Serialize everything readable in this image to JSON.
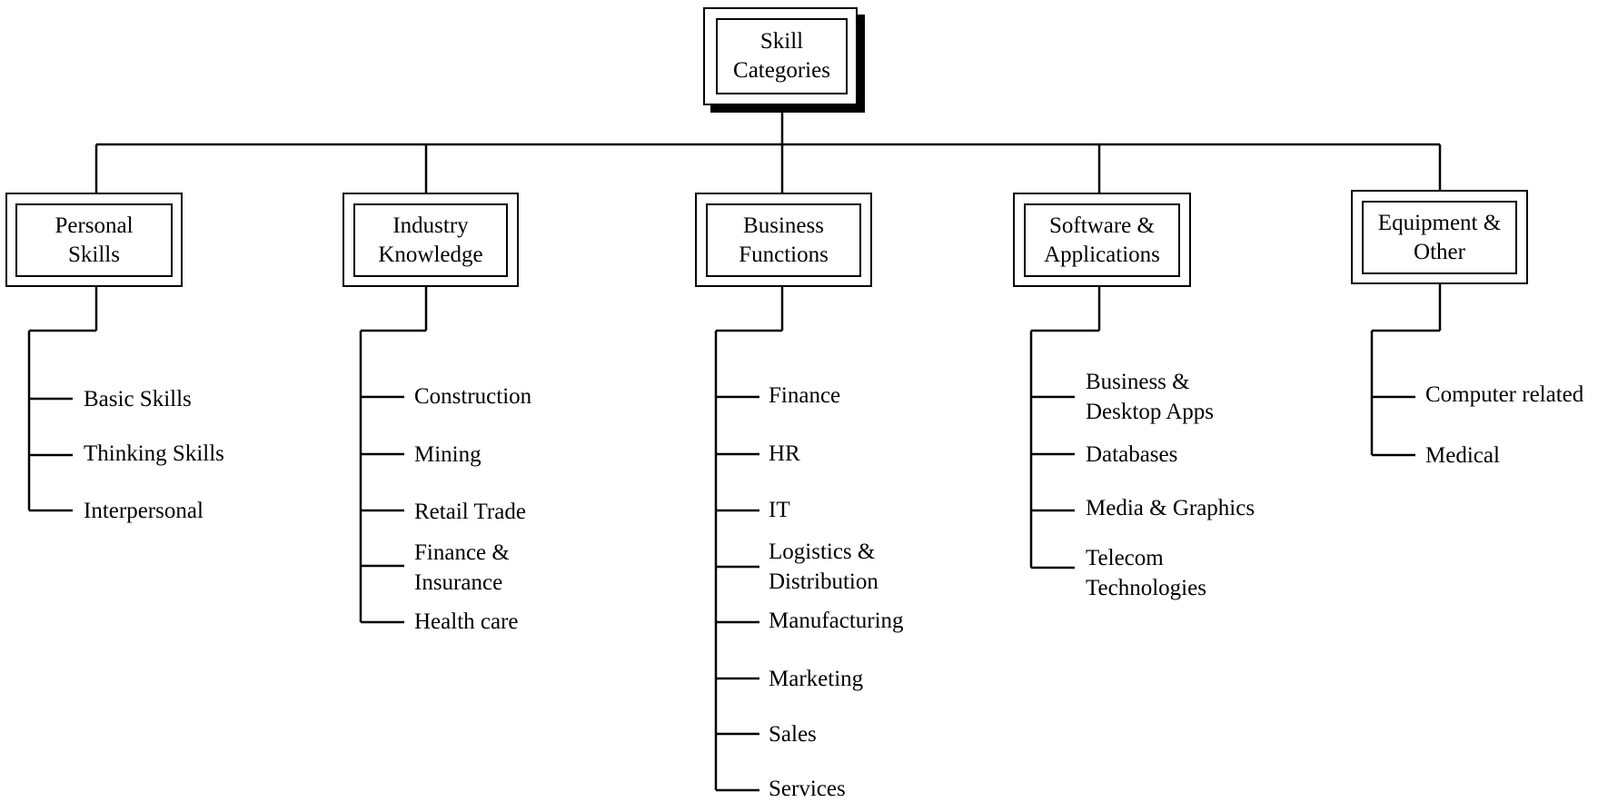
{
  "root": {
    "line1": "Skill",
    "line2": "Categories"
  },
  "categories": [
    {
      "line1": "Personal",
      "line2": "Skills",
      "items": [
        {
          "line1": "Basic Skills"
        },
        {
          "line1": "Thinking Skills"
        },
        {
          "line1": "Interpersonal"
        }
      ]
    },
    {
      "line1": "Industry",
      "line2": "Knowledge",
      "items": [
        {
          "line1": "Construction"
        },
        {
          "line1": "Mining"
        },
        {
          "line1": "Retail Trade"
        },
        {
          "line1": "Finance &",
          "line2": "Insurance"
        },
        {
          "line1": "Health care"
        }
      ]
    },
    {
      "line1": "Business",
      "line2": "Functions",
      "items": [
        {
          "line1": "Finance"
        },
        {
          "line1": "HR"
        },
        {
          "line1": "IT"
        },
        {
          "line1": "Logistics &",
          "line2": "Distribution"
        },
        {
          "line1": "Manufacturing"
        },
        {
          "line1": "Marketing"
        },
        {
          "line1": "Sales"
        },
        {
          "line1": "Services"
        }
      ]
    },
    {
      "line1": "Software &",
      "line2": "Applications",
      "items": [
        {
          "line1": "Business &",
          "line2": "Desktop Apps"
        },
        {
          "line1": "Databases"
        },
        {
          "line1": "Media & Graphics"
        },
        {
          "line1": "Telecom",
          "line2": "Technologies"
        }
      ]
    },
    {
      "line1": "Equipment &",
      "line2": "Other",
      "items": [
        {
          "line1": "Computer related"
        },
        {
          "line1": "Medical"
        }
      ]
    }
  ]
}
